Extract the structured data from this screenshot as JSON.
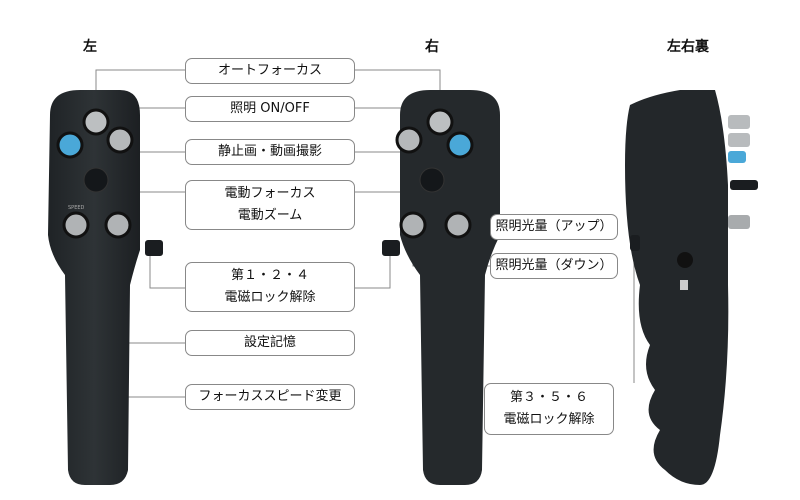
{
  "headings": {
    "left": "左",
    "right": "右",
    "back": "左右裏"
  },
  "labels": {
    "autofocus": "オートフォーカス",
    "light_toggle": "照明 ON/OFF",
    "capture": "静止画・動画撮影",
    "motor_focus_line1": "電動フォーカス",
    "motor_focus_line2": "電動ズーム",
    "unlock_124_line1": "第１・２・４",
    "unlock_124_line2": "電磁ロック解除",
    "memory": "設定記憶",
    "focus_speed": "フォーカススピード変更",
    "light_up": "照明光量（アップ）",
    "light_down": "照明光量（ダウン）",
    "unlock_356_line1": "第３・５・６",
    "unlock_356_line2": "電磁ロック解除"
  },
  "device_marks": {
    "speed_text": "SPEED"
  },
  "colors": {
    "device_body": "#25292c",
    "button_gray": "#b8bbbd",
    "button_blue": "#4aa8d8",
    "leader_line": "#888888"
  }
}
